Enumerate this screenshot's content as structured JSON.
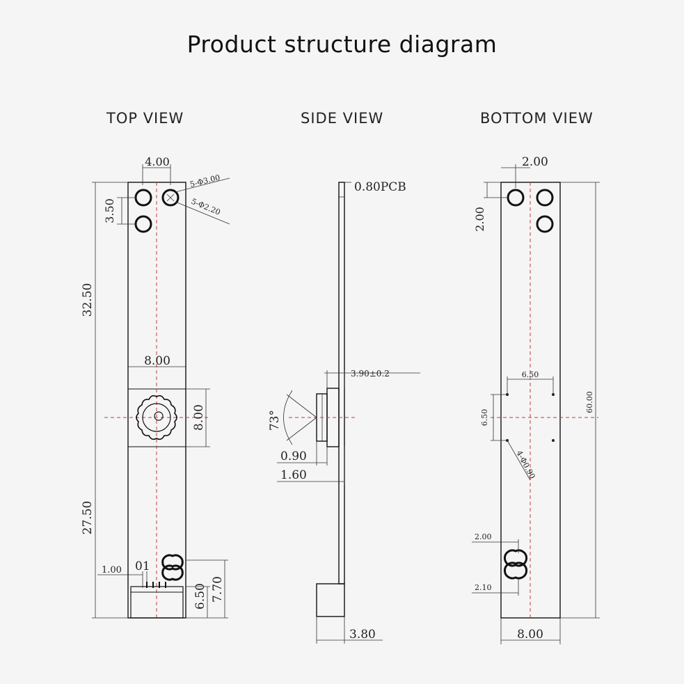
{
  "title": "Product structure diagram",
  "views": {
    "top": {
      "label": "TOP VIEW",
      "dims": {
        "top_width": "4.00",
        "hole_spacing": "3.50",
        "holes_large": "5-Φ3.00",
        "holes_small": "5-Φ2.20",
        "upper_length": "32.50",
        "board_width": "8.00",
        "camera_size": "8.00",
        "lower_length": "27.50",
        "pin_label": "01",
        "pin_offset": "1.00",
        "connector_a": "6.50",
        "connector_b": "7.70"
      }
    },
    "side": {
      "label": "SIDE VIEW",
      "dims": {
        "pcb": "0.80PCB",
        "lens_height": "3.90±0.2",
        "fov": "73°",
        "lens_a": "0.90",
        "lens_b": "1.60",
        "connector_depth": "3.80"
      }
    },
    "bottom": {
      "label": "BOTTOM  VIEW",
      "dims": {
        "top_width": "2.00",
        "hole_spacing": "2.00",
        "total_length": "60.00",
        "mount_width": "6.50",
        "mount_height": "6.50",
        "mount_hole": "4-Φ0.90",
        "slot_a": "2.00",
        "slot_b": "2.10",
        "board_width": "8.00"
      }
    }
  }
}
